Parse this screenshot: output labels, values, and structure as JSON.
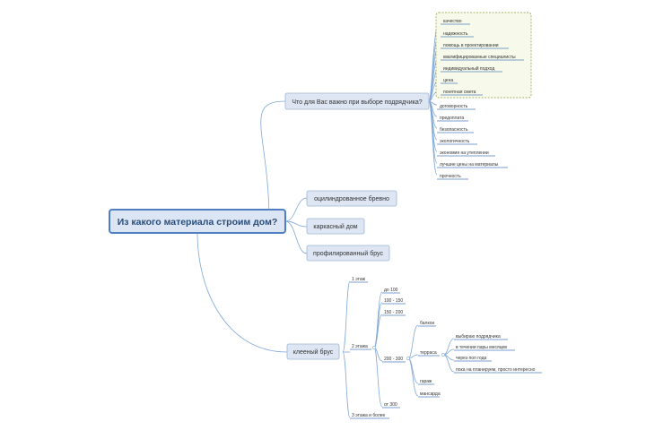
{
  "root": {
    "label": "Из какого материала строим дом?"
  },
  "branches": {
    "criteria": {
      "label": "Что для Вас важно при выборе подрядчика?",
      "grouped": [
        "качество",
        "надежность",
        "помощь в проектировании",
        "квалифицированные специалисты",
        "индивидуальный подход",
        "цена",
        "понятная смета"
      ],
      "items": [
        "договорность",
        "предоплата",
        "безопасность",
        "экологичность",
        "экономия на утеплении",
        "лучшие цены на материалы",
        "прочность"
      ]
    },
    "log": {
      "label": "оцилиндрованное бревно"
    },
    "frame": {
      "label": "каркасный дом"
    },
    "profiled": {
      "label": "профилированный брус"
    },
    "glued": {
      "label": "клееный брус",
      "floors": {
        "one": "1 этаж",
        "two": "2 этажа",
        "three": "3 этажа и более"
      },
      "areas": [
        "до 100",
        "100 - 150",
        "150 - 200",
        "200 - 300",
        "от 300"
      ],
      "features": {
        "balcony": "балкон",
        "terrace": "терраса",
        "garage": "гараж",
        "attic": "мансарда"
      },
      "timing": [
        "выбираю подрядчика",
        "в течении пары месяцев",
        "через пол года",
        "пока на планируем, просто интересно"
      ]
    }
  }
}
